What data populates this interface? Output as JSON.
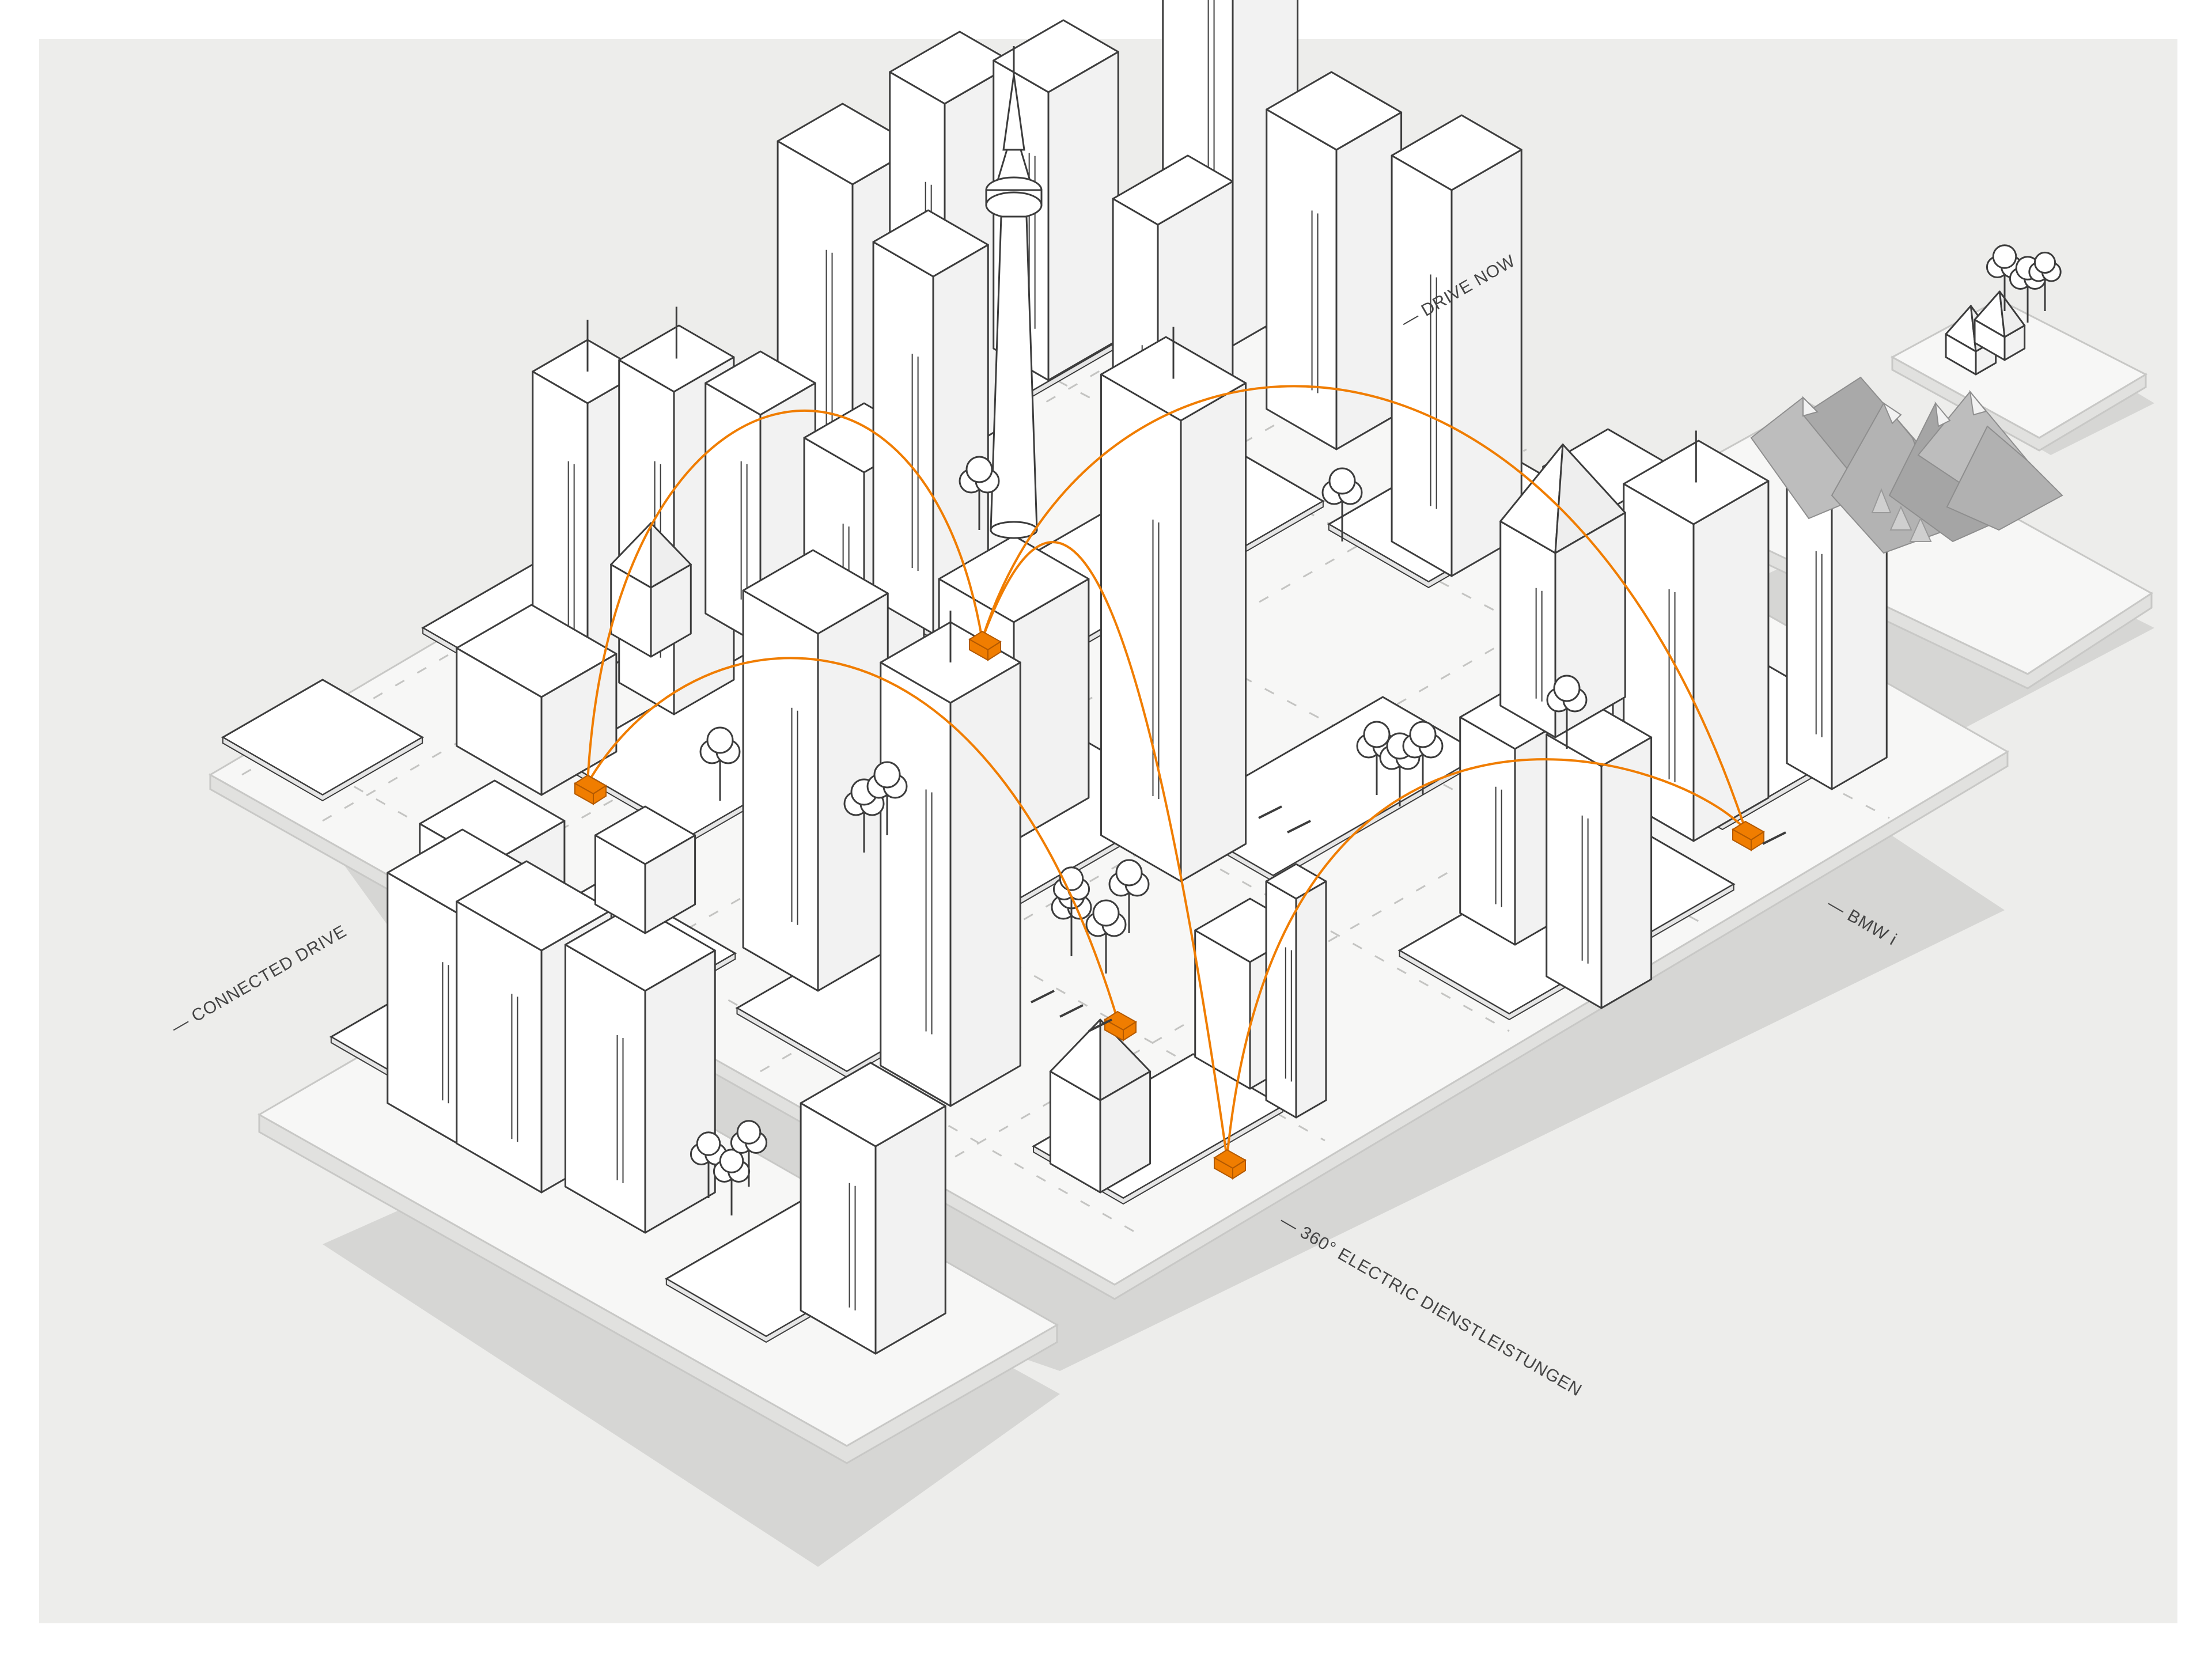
{
  "labels": {
    "drive_now": "— DRIVE NOW",
    "connected_drive": "— CONNECTED DRIVE",
    "bmw_i": "— BMW i",
    "electric_services": "— 360° ELECTRIC DIENSTLEISTUNGEN"
  },
  "colors": {
    "canvas": "#ededeb",
    "platform": "#f7f7f6",
    "shadow": "#d4d4d2",
    "outline": "#3c3c3c",
    "accent": "#f07d00",
    "mountain": "#b8b8b8"
  }
}
